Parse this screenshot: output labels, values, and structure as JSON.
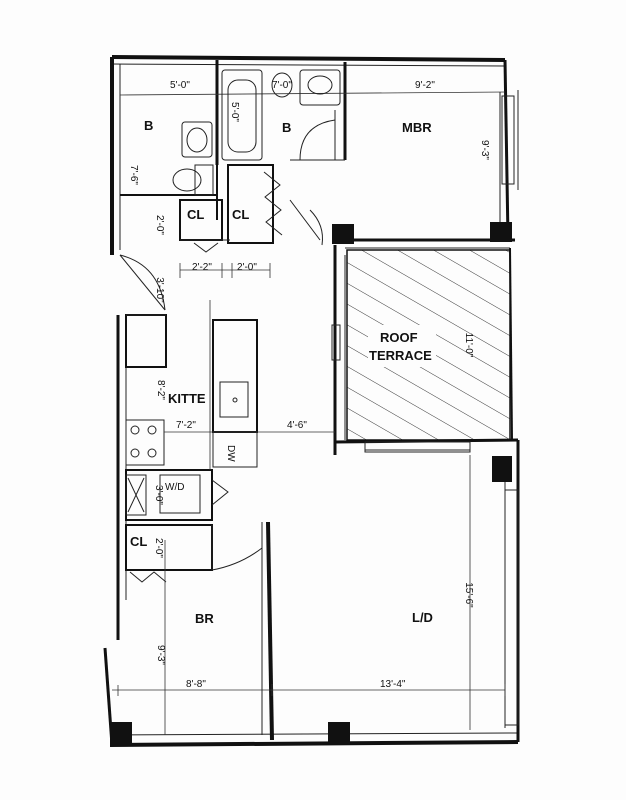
{
  "rooms": {
    "bath1": "B",
    "bath2": "B",
    "mbr": "MBR",
    "closet1": "CL",
    "closet2": "CL",
    "closet3": "CL",
    "terrace_line1": "ROOF",
    "terrace_line2": "TERRACE",
    "kitchen": "KITTE",
    "br": "BR",
    "ld": "L/D",
    "wd": "W/D",
    "dw": "DW"
  },
  "dimensions": {
    "bath1_width": "5'-0\"",
    "bath1_depth": "7'-6\"",
    "bath2_width": "7'-0\"",
    "bath2_tub": "5'-0\"",
    "mbr_width": "9'-2\"",
    "mbr_depth": "9'-3\"",
    "closet1_depth": "2'-0\"",
    "closet1_width": "2'-2\"",
    "closet2_width": "2'-0\"",
    "entry": "3'-10\"",
    "kitchen_depth": "8'-2\"",
    "kitchen_width": "7'-2\"",
    "hall": "4'-6\"",
    "terrace_depth": "11'-0\"",
    "wd_depth": "3'-0\"",
    "closet3_depth": "2'-0\"",
    "ld_depth": "15'-6\"",
    "br_depth": "9'-3\"",
    "br_width": "8'-8\"",
    "ld_width": "13'-4\""
  }
}
